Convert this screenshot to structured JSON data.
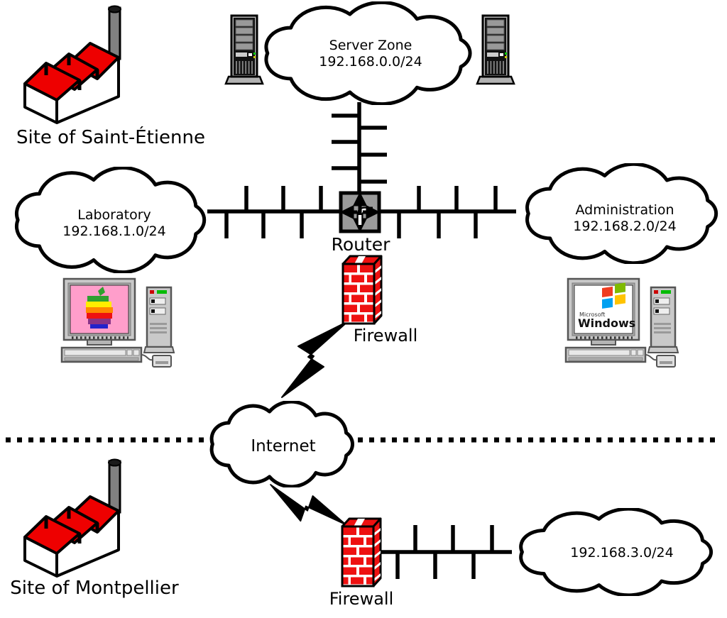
{
  "sites": {
    "top": {
      "name": "Site of Saint-Étienne"
    },
    "bottom": {
      "name": "Site of Montpellier"
    }
  },
  "networks": {
    "server_zone": {
      "name": "Server Zone",
      "cidr": "192.168.0.0/24"
    },
    "laboratory": {
      "name": "Laboratory",
      "cidr": "192.168.1.0/24"
    },
    "administration": {
      "name": "Administration",
      "cidr": "192.168.2.0/24"
    },
    "internet": {
      "name": "Internet"
    },
    "branch_lan": {
      "cidr": "192.168.3.0/24"
    }
  },
  "devices": {
    "router": {
      "label": "Router"
    },
    "firewall_top": {
      "label": "Firewall"
    },
    "firewall_bottom": {
      "label": "Firewall"
    }
  },
  "workstations": {
    "windows": {
      "brand": "Microsoft",
      "product": "Windows"
    }
  },
  "colors": {
    "brick_red": "#ee1111",
    "roof_red": "#ee0000",
    "router_gray": "#9a9a9a",
    "line_black": "#000000",
    "mac_screen_pink": "#ff9ecb"
  }
}
